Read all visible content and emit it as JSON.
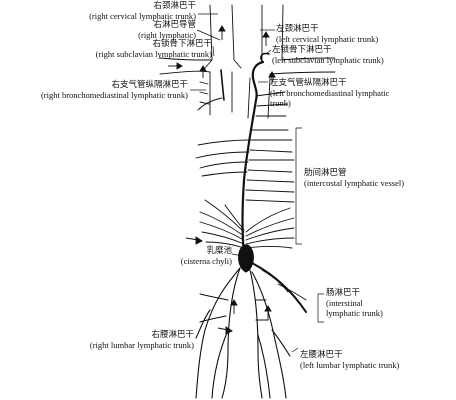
{
  "labels": {
    "right_cervical": {
      "zh": "右颈淋巴干",
      "en": "(right cervical lymphatic trunk)"
    },
    "right_lymphatic_duct": {
      "zh": "右淋巴导管",
      "en": "(right lymphatic)"
    },
    "right_subclavian": {
      "zh": "右锁骨下淋巴干",
      "en": "(right subclavian lymphatic trunk)"
    },
    "right_bronchomediastinal": {
      "zh": "右支气管纵隔淋巴干",
      "en": "(right bronchomediastinal lymphatic trunk)"
    },
    "left_cervical": {
      "zh": "左颈淋巴干",
      "en": "(left cervical lymphatic trunk)"
    },
    "left_subclavian": {
      "zh": "左锁骨下淋巴干",
      "en": "(left subclavian lymphatic trunk)"
    },
    "left_bronchomediastinal": {
      "zh": "左支气管纵隔淋巴干",
      "en1": "(left bronchomediastinal lymphatic",
      "en2": "trunk)"
    },
    "intercostal": {
      "zh": "肋间淋巴管",
      "en": "(intercostal lymphatic vessel)"
    },
    "cisterna_chyli": {
      "zh": "乳糜池",
      "en": "(cisterna chyli)"
    },
    "intestinal": {
      "zh": "肠淋巴干",
      "en1": "(interstinal",
      "en2": "lymphatic trunk)"
    },
    "right_lumbar": {
      "zh": "右腰淋巴干",
      "en": "(right lumbar lymphatic trunk)"
    },
    "left_lumbar": {
      "zh": "左腰淋巴干",
      "en": "(left lumbar lymphatic trunk)"
    }
  },
  "colors": {
    "ink": "#111111",
    "background": "#ffffff"
  }
}
